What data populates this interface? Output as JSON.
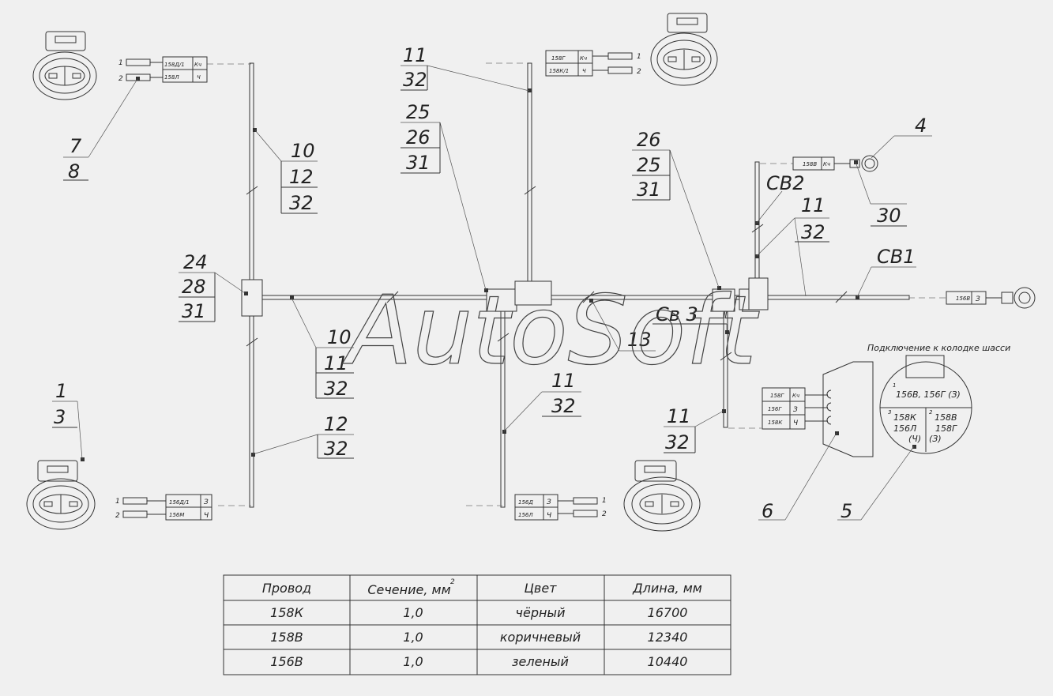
{
  "callouts": {
    "c7": "7",
    "c8": "8",
    "c10a": "10",
    "c12a": "12",
    "c32a": "32",
    "c11a": "11",
    "c32b": "32",
    "c25a": "25",
    "c26a": "26",
    "c31a": "31",
    "c26b": "26",
    "c25b": "25",
    "c31b": "31",
    "c4": "4",
    "c30": "30",
    "cv2": "СВ2",
    "c11b": "11",
    "c32c": "32",
    "cv1": "СВ1",
    "c24": "24",
    "c28": "28",
    "c31c": "31",
    "c10b": "10",
    "c11c": "11",
    "c32d": "32",
    "cv3": "Св 3",
    "c13": "13",
    "c11d": "11",
    "c32e": "32",
    "c1": "1",
    "c3": "3",
    "c12b": "12",
    "c32f": "32",
    "c11e": "11",
    "c32g": "32",
    "c6": "6",
    "c5": "5"
  },
  "chassis": {
    "caption": "Подключение к колодке шасси",
    "pin1": "1",
    "pin1_wires": "156В, 156Г (З)",
    "pin3": "3",
    "pin3_w1": "158К",
    "pin3_w2": "156Л",
    "pin3_w3": "(Ч)",
    "pin2": "2",
    "pin2_w1": "158В",
    "pin2_w2": "158Г",
    "pin2_w3": "(З)"
  },
  "connectors": {
    "tl": {
      "pin1": "1",
      "pin2": "2",
      "w1": "158Д/1",
      "c1": "Кч",
      "w2": "158Л",
      "c2": "Ч"
    },
    "tc": {
      "pin1": "1",
      "pin2": "2",
      "w1": "158Г",
      "c1": "Кч",
      "w2": "158К/1",
      "c2": "Ч"
    },
    "tr": {
      "w1": "158В",
      "c1": "Кч"
    },
    "rr": {
      "w1": "156В",
      "c1": "З"
    },
    "blk": {
      "w1": "158Г",
      "c1": "Кч",
      "w2": "156Г",
      "c2": "З",
      "w3": "158К",
      "c3": "Ч"
    },
    "bl": {
      "pin1": "1",
      "pin2": "2",
      "w1": "156Д/1",
      "c1": "З",
      "w2": "156М",
      "c2": "Ч"
    },
    "bc": {
      "pin1": "1",
      "pin2": "2",
      "w1": "156Д",
      "c1": "З",
      "w2": "156Л",
      "c2": "Ч"
    }
  },
  "watermark": "AutoSoft",
  "table": {
    "headers": [
      "Провод",
      "Сечение, мм",
      "Цвет",
      "Длина, мм"
    ],
    "header_sup": "2",
    "rows": [
      [
        "158К",
        "1,0",
        "чёрный",
        "16700"
      ],
      [
        "158В",
        "1,0",
        "коричневый",
        "12340"
      ],
      [
        "156В",
        "1,0",
        "зеленый",
        "10440"
      ]
    ]
  }
}
